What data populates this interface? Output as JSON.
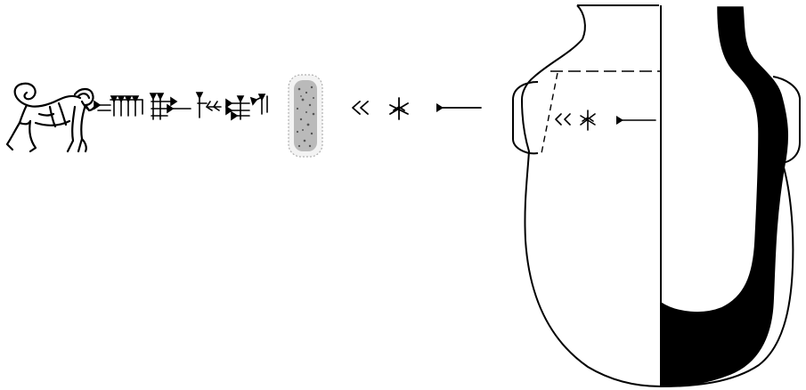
{
  "figure": {
    "subject": "archaeological-jar-drawing",
    "ink_color": "#000000",
    "paper_color": "#ffffff",
    "seal_impression_color": "#777777",
    "elements": {
      "lion": "lion-figure-icon",
      "inscription": "cuneiform-inscription",
      "seal": "seal-impression",
      "sherd_signs": "cuneiform-signs",
      "vessel": "jar-profile"
    }
  }
}
